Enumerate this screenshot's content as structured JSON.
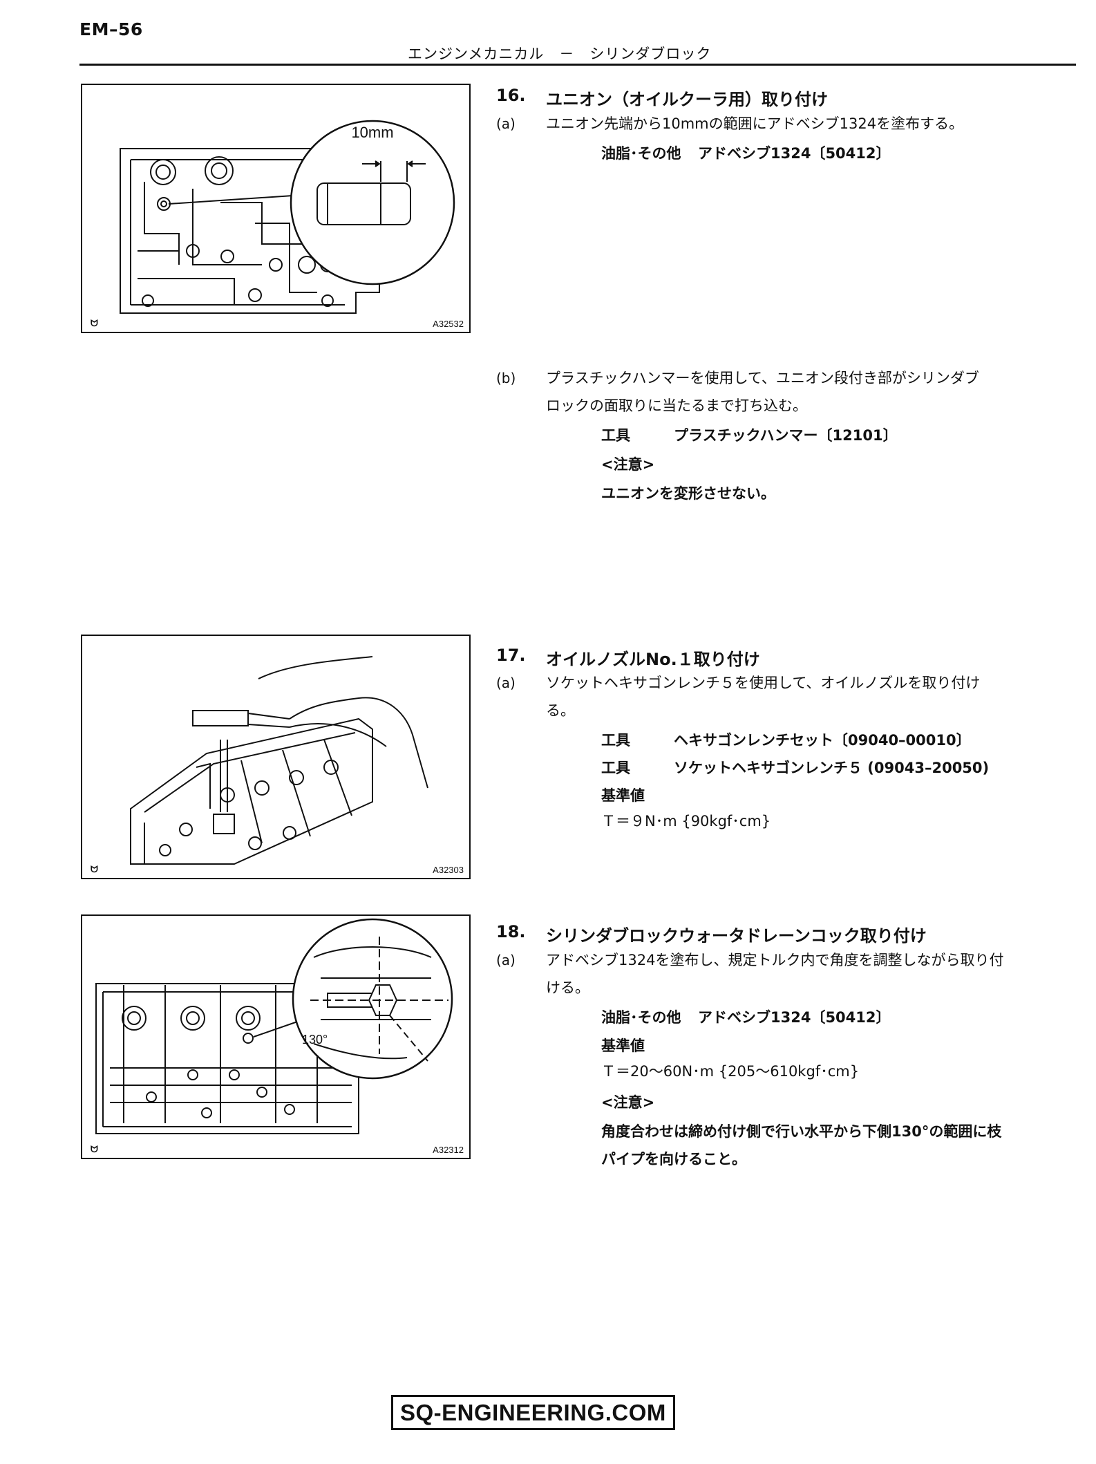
{
  "page": {
    "code": "EM–56",
    "running_header": "エンジンメカニカル　－　シリンダブロック",
    "watermark": "SQ-ENGINEERING.COM"
  },
  "figures": [
    {
      "code": "A32532",
      "mark": "ᗢ",
      "dimension_label": "10mm"
    },
    {
      "code": "A32303",
      "mark": "ᗢ"
    },
    {
      "code": "A32312",
      "mark": "ᗢ",
      "angle_label": "130°"
    }
  ],
  "sections": [
    {
      "num": "16.",
      "title": "ユニオン（オイルクーラ用）取り付け",
      "steps": [
        {
          "label": "(a)",
          "lines": [
            "ユニオン先端から10mmの範囲にアドベシブ1324を塗布する。"
          ],
          "specs": [
            {
              "label": "油脂･その他",
              "value": "アドベシブ1324〔50412〕"
            }
          ]
        },
        {
          "label": "(b)",
          "lines": [
            "プラスチックハンマーを使用して、ユニオン段付き部がシリンダブ",
            "ロックの面取りに当たるまで打ち込む。"
          ],
          "specs": [
            {
              "label": "工具",
              "value": "プラスチックハンマー〔12101〕"
            }
          ],
          "notice_title": "<注意>",
          "notice_lines": [
            "ユニオンを変形させない。"
          ]
        }
      ]
    },
    {
      "num": "17.",
      "title": "オイルノズルNo.１取り付け",
      "steps": [
        {
          "label": "(a)",
          "lines": [
            "ソケットヘキサゴンレンチ５を使用して、オイルノズルを取り付け",
            "る。"
          ],
          "specs": [
            {
              "label": "工具",
              "value": "ヘキサゴンレンチセット〔09040–00010〕"
            },
            {
              "label": "工具",
              "value": "ソケットヘキサゴンレンチ５ (09043–20050)"
            }
          ],
          "std_title": "基準値",
          "std_value": "Ｔ＝９N･m {90kgf･cm}"
        }
      ]
    },
    {
      "num": "18.",
      "title": "シリンダブロックウォータドレーンコック取り付け",
      "steps": [
        {
          "label": "(a)",
          "lines": [
            "アドベシブ1324を塗布し、規定トルク内で角度を調整しながら取り付",
            "ける。"
          ],
          "specs": [
            {
              "label": "油脂･その他",
              "value": "アドベシブ1324〔50412〕"
            }
          ],
          "std_title": "基準値",
          "std_value": "Ｔ＝20～60N･m {205～610kgf･cm}",
          "notice_title": "<注意>",
          "notice_lines": [
            "角度合わせは締め付け側で行い水平から下側130°の範囲に枝",
            "パイプを向けること。"
          ]
        }
      ]
    }
  ]
}
